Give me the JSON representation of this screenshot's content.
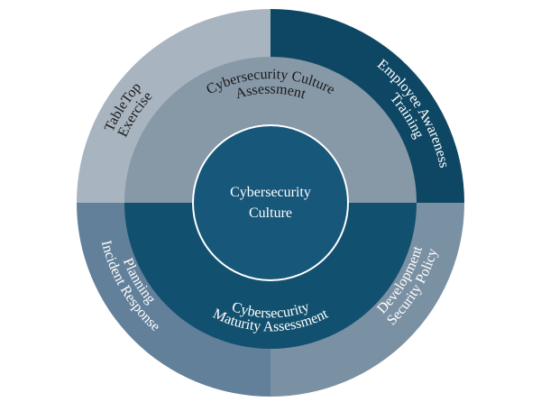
{
  "center": {
    "lines": [
      "Cybersecurity",
      "Culture"
    ],
    "color": "#16577a"
  },
  "inner_ring": {
    "top": {
      "lines": [
        "Cybersecurity Culture",
        "Assessment"
      ],
      "color": "#8798a7"
    },
    "bottom": {
      "lines": [
        "Cybersecurity",
        "Maturity Assessment"
      ],
      "color": "#12506f"
    }
  },
  "outer_ring": {
    "top_left": {
      "lines": [
        "TableTop",
        "Exercise"
      ],
      "color": "#a8b4c0"
    },
    "top_right": {
      "lines": [
        "Employee Awareness",
        "Training"
      ],
      "color": "#0e4763"
    },
    "bottom_left": {
      "lines": [
        "Incident Response",
        "Planning"
      ],
      "color": "#62809a"
    },
    "bottom_right": {
      "lines": [
        "Security Policy",
        "Development"
      ],
      "color": "#7a90a3"
    }
  },
  "background": "#ffffff",
  "divider_color": "#ffffff"
}
